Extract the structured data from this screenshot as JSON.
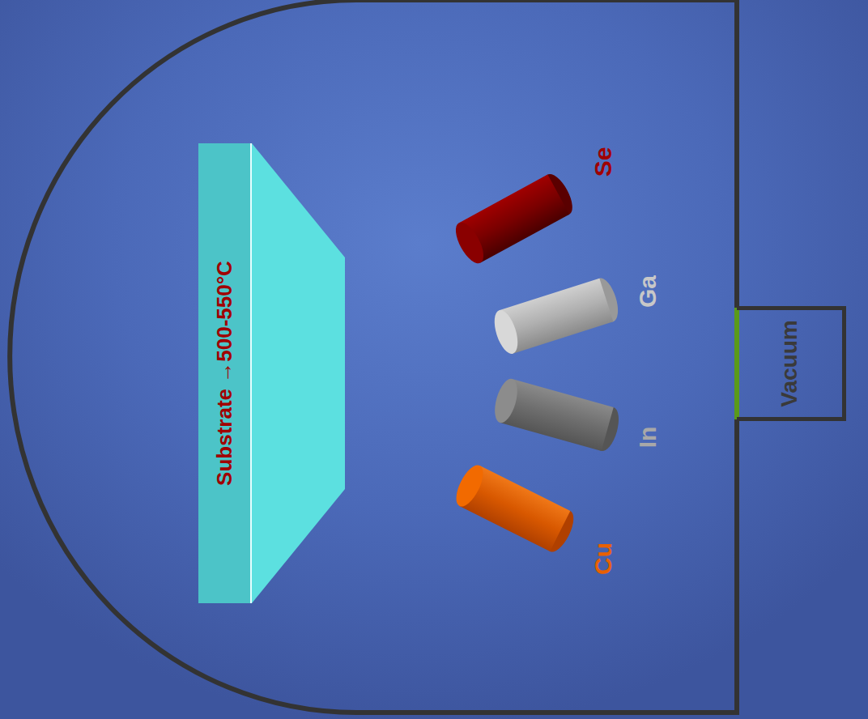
{
  "diagram": {
    "nodes": [
      {
        "text": [
          "Substrate →500-550°C"
        ]
      },
      {
        "text": [
          "Vacuum"
        ]
      }
    ],
    "labels": [
      "Se",
      "Ga",
      "In",
      "Cu"
    ]
  }
}
